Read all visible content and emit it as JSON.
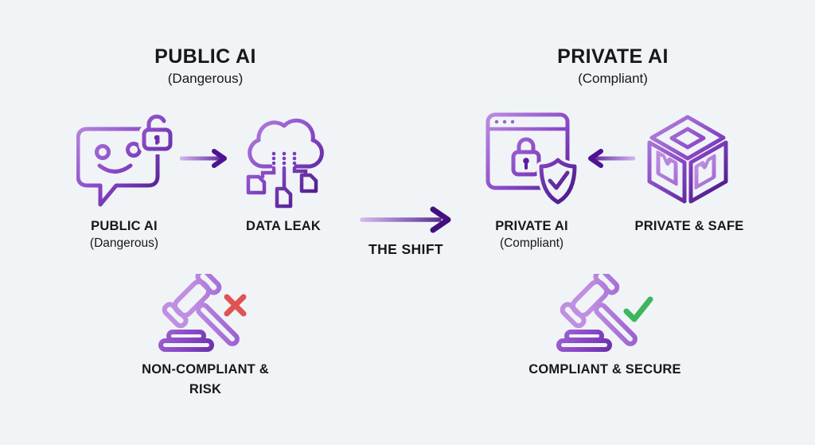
{
  "headers": {
    "left": {
      "title": "PUBLIC AI",
      "subtitle": "(Dangerous)"
    },
    "right": {
      "title": "PRIVATE AI",
      "subtitle": "(Compliant)"
    }
  },
  "flow": {
    "public_ai": {
      "label": "PUBLIC AI",
      "sublabel": "(Dangerous)",
      "icon": "chatbot-unlocked-icon"
    },
    "data_leak": {
      "label": "DATA LEAK",
      "icon": "cloud-data-leak-icon"
    },
    "shift": {
      "label": "THE SHIFT",
      "icon": "shift-arrow-icon"
    },
    "private_ai": {
      "label": "PRIVATE AI",
      "sublabel": "(Compliant)",
      "icon": "browser-lock-shield-icon"
    },
    "private_safe": {
      "label": "PRIVATE & SAFE",
      "icon": "secure-box-icon"
    }
  },
  "compliance": {
    "left": {
      "line1": "NON-COMPLIANT &",
      "line2": "RISK",
      "icon": "gavel-icon",
      "mark": "cross"
    },
    "right": {
      "line1": "COMPLIANT & SECURE",
      "icon": "gavel-icon",
      "mark": "check"
    }
  },
  "colors": {
    "background": "#f0f4f7",
    "text": "#17181a",
    "purple_light": "#bf8fe2",
    "purple_mid": "#8746c6",
    "purple_dark": "#3c0d78",
    "cross_red": "#e05353",
    "check_green": "#3eb55f"
  }
}
